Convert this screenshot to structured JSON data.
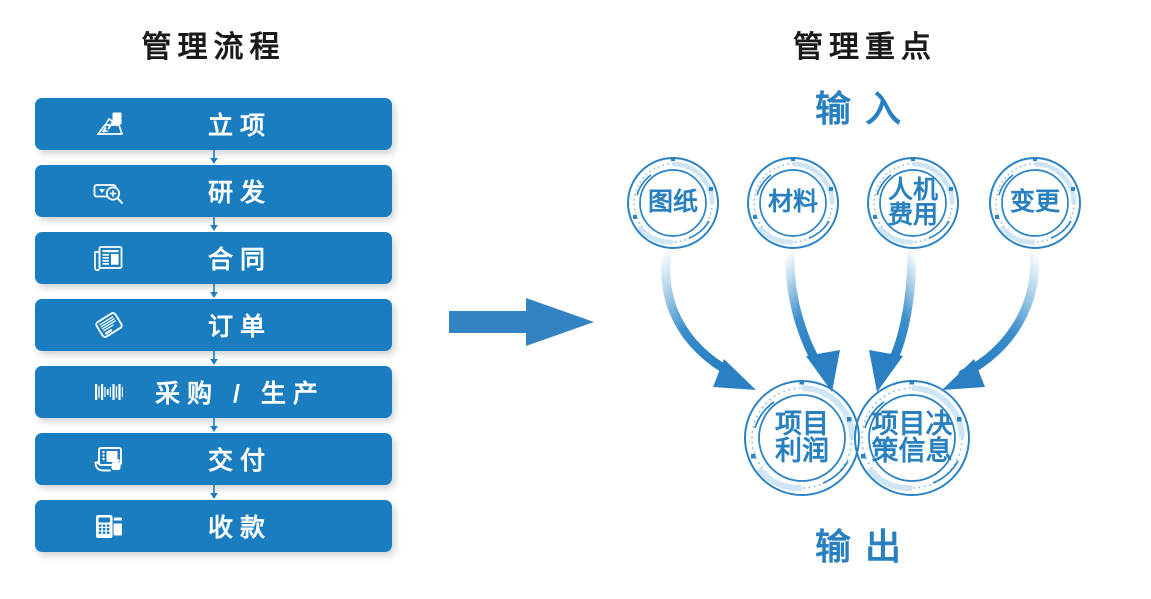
{
  "colors": {
    "bar_blue": "#1a7dc0",
    "accent_blue": "#2880c0",
    "ring_blue": "#2b82c4",
    "title_black": "#1a1a1a",
    "arrow_blue": "#2e86c8",
    "background": "#ffffff"
  },
  "left_panel": {
    "title": "管理流程",
    "steps": [
      {
        "label": "立项",
        "icon": "pen-signing-icon"
      },
      {
        "label": "研发",
        "icon": "magnifier-panel-icon"
      },
      {
        "label": "合同",
        "icon": "document-newspaper-icon"
      },
      {
        "label": "订单",
        "icon": "tilted-receipt-icon"
      },
      {
        "label": "采购 / 生产",
        "icon": "barcode-icon"
      },
      {
        "label": "交付",
        "icon": "hand-tablet-signature-icon"
      },
      {
        "label": "收款",
        "icon": "pos-terminal-card-icon"
      }
    ]
  },
  "center": {
    "arrow_icon": "right-block-arrow-icon"
  },
  "right_panel": {
    "title": "管理重点",
    "input_label": "输入",
    "output_label": "输出",
    "inputs": [
      {
        "text": "图纸"
      },
      {
        "text": "材料"
      },
      {
        "text": "人机\n费用"
      },
      {
        "text": "变更"
      }
    ],
    "outputs": [
      {
        "text": "项目\n利润"
      },
      {
        "text": "项目决\n策信息"
      }
    ]
  }
}
